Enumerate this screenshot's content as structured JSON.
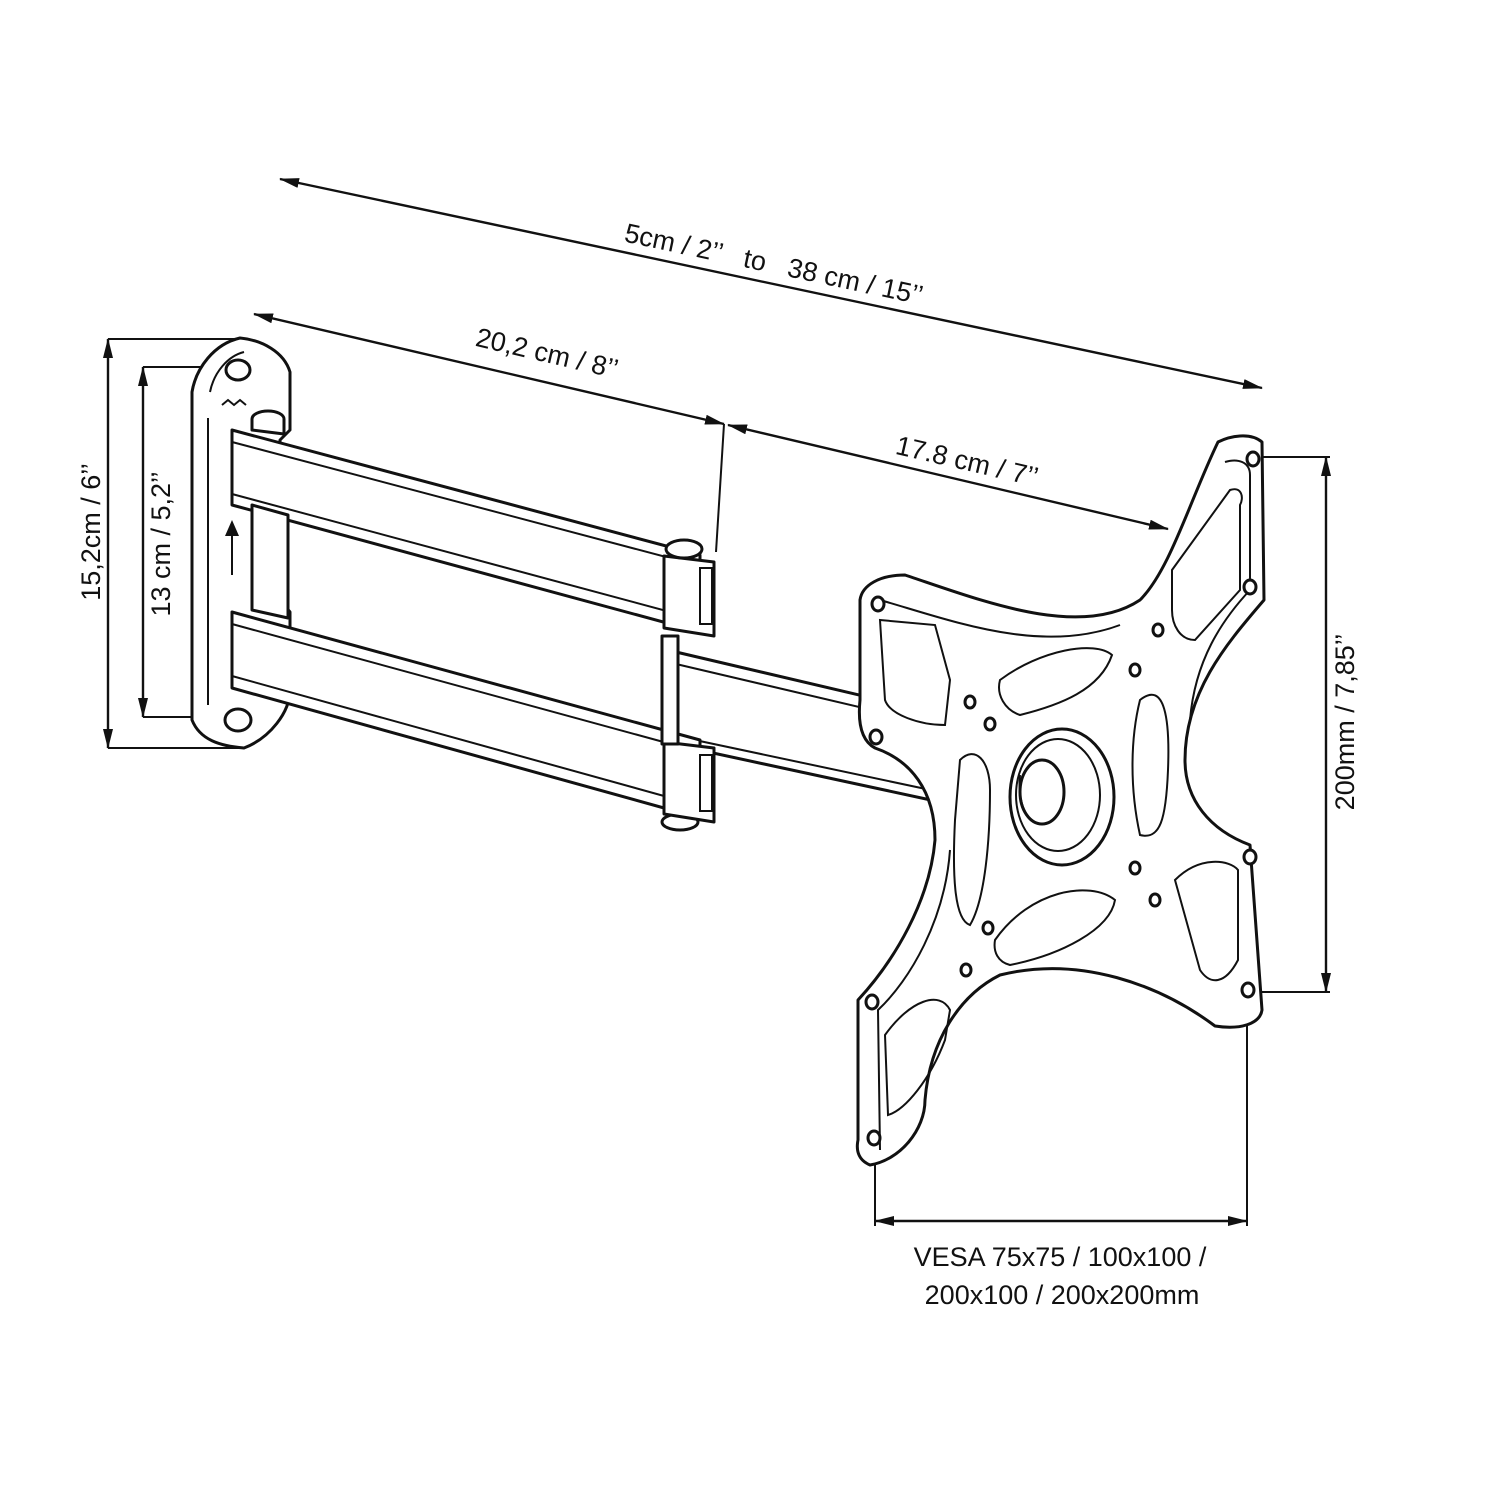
{
  "dimensions": {
    "total_extension": "5cm / 2’’   to   38 cm / 15’’",
    "first_arm": "20,2 cm / 8’’",
    "second_arm": "17.8 cm / 7’’",
    "wall_plate_height": "15,2cm / 6’’",
    "wall_plate_hole_spacing": "13 cm / 5,2’’",
    "vesa_height": "200mm / 7,85’’",
    "vesa_line1": "VESA 75x75 / 100x100 /",
    "vesa_line2": "200x100 / 200x200mm"
  },
  "colors": {
    "line": "#111111",
    "background": "#ffffff"
  }
}
